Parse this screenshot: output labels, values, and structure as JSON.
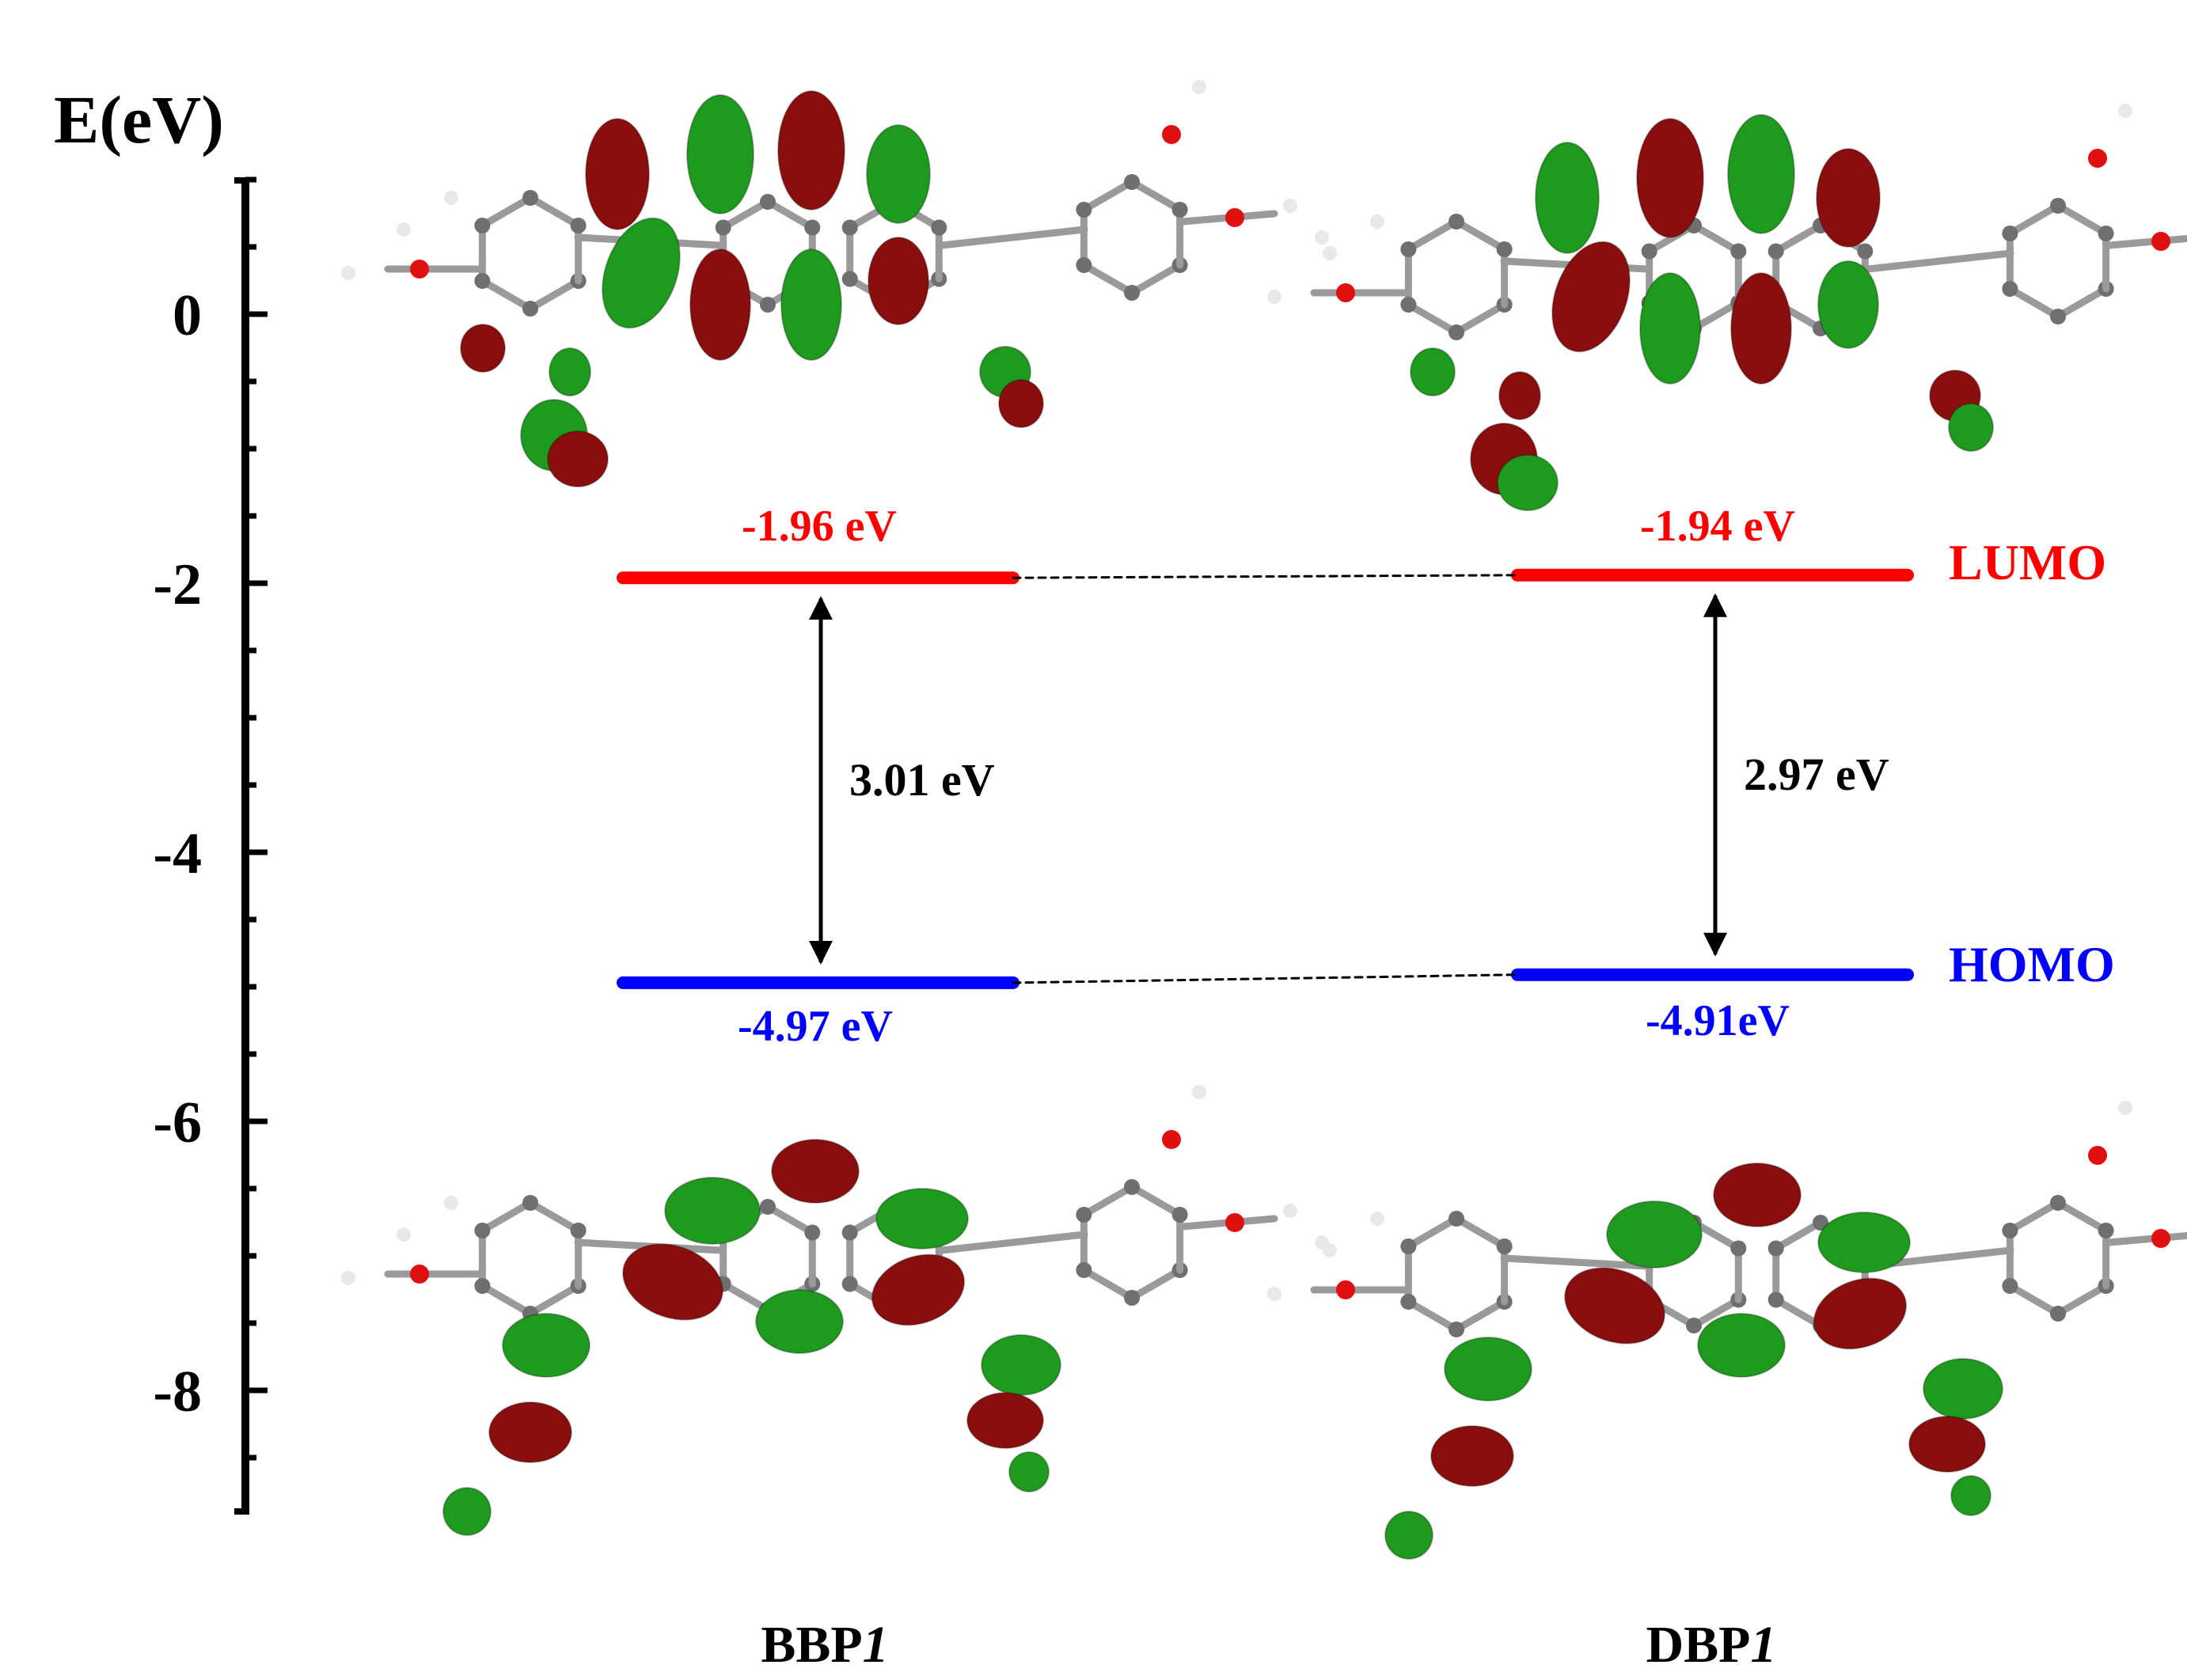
{
  "axis": {
    "title": "E(eV)",
    "ticks": [
      "0",
      "-2",
      "-4",
      "-6",
      "-8"
    ]
  },
  "molecules": [
    {
      "name": "BBP",
      "name_suffix": "1",
      "lumo": "-1.96 eV",
      "homo": "-4.97 eV",
      "gap": "3.01 eV"
    },
    {
      "name": "DBP",
      "name_suffix": "1",
      "lumo": "-1.94 eV",
      "homo": "-4.91eV",
      "gap": "2.97 eV"
    }
  ],
  "level_labels": {
    "lumo": "LUMO",
    "homo": "HOMO"
  },
  "colors": {
    "lumo": "#ff0000",
    "homo": "#0000ff",
    "lobe_positive": "#1e9a1e",
    "lobe_negative": "#8b0e0e"
  },
  "chart_data": {
    "type": "energy-level-diagram",
    "ylabel": "E(eV)",
    "ylim": [
      -9,
      1
    ],
    "yticks": [
      0,
      -2,
      -4,
      -6,
      -8
    ],
    "series": [
      {
        "name": "BBP1",
        "LUMO": -1.96,
        "HOMO": -4.97,
        "gap": 3.01
      },
      {
        "name": "DBP1",
        "LUMO": -1.94,
        "HOMO": -4.91,
        "gap": 2.97
      }
    ]
  }
}
